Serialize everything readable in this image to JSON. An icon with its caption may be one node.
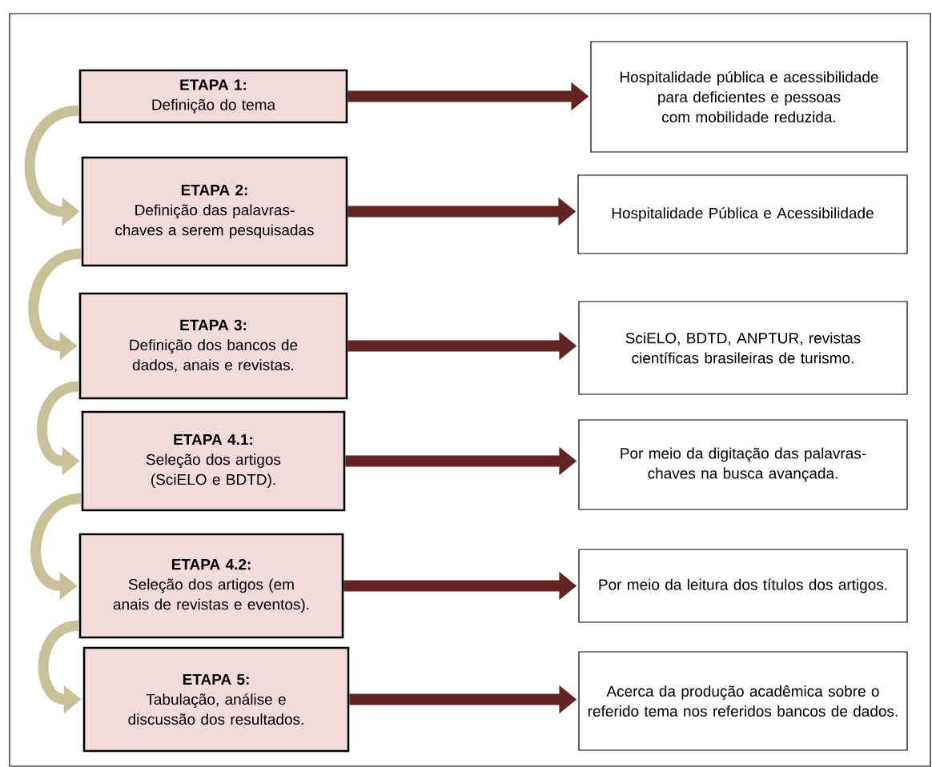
{
  "diagram": {
    "nodes": [
      {
        "text": [
          "ETAPA 1:",
          "Definição do tema"
        ]
      },
      {
        "text": [
          "ETAPA 2:",
          "Definição das palavras-chaves a serem pesquisadas"
        ]
      },
      {
        "text": [
          "ETAPA 3:",
          "Definição dos bancos de dados, anais e revistas."
        ]
      },
      {
        "text": [
          "ETAPA 4.1:",
          "Seleção dos artigos (SciELO e BDTD)."
        ]
      },
      {
        "text": [
          "ETAPA 4.2:",
          "Seleção dos artigos (em anais de revistas e eventos)."
        ]
      },
      {
        "text": [
          "ETAPA 5:",
          "Tabulação, análise e discussão dos resultados."
        ]
      },
      {
        "text": [
          "Hospitalidade pública e acessibilidade para deficientes e pessoas com mobilidade reduzida."
        ]
      },
      {
        "text": [
          "Hospitalidade Pública e Acessibilidade"
        ]
      },
      {
        "text": [
          "SciELO, BDTD, ANPTUR, revistas científicas brasileiras de turismo."
        ]
      },
      {
        "text": [
          "Por meio da digitação das palavras-chaves na busca avançada."
        ]
      },
      {
        "text": [
          "Por meio da leitura dos títulos dos artigos."
        ]
      },
      {
        "text": [
          "Acerca da produção acadêmica sobre o referido tema nos referidos bancos de dados."
        ]
      }
    ],
    "edges": [
      {
        "from": 0,
        "to": 1,
        "arrow": "to",
        "color": "#c8c096"
      },
      {
        "from": 1,
        "to": 2,
        "arrow": "to",
        "color": "#c8c096"
      },
      {
        "from": 2,
        "to": 3,
        "arrow": "to",
        "color": "#c8c096"
      },
      {
        "from": 3,
        "to": 4,
        "arrow": "to",
        "color": "#c8c096"
      },
      {
        "from": 4,
        "to": 5,
        "arrow": "to",
        "color": "#c8c096"
      },
      {
        "from": 0,
        "to": 6,
        "arrow": "to"
      },
      {
        "from": 1,
        "to": 7,
        "arrow": "to"
      },
      {
        "from": 2,
        "to": 8,
        "arrow": "to"
      },
      {
        "from": 3,
        "to": 9,
        "arrow": "to"
      },
      {
        "from": 4,
        "to": 10,
        "arrow": "to"
      },
      {
        "from": 5,
        "to": 11,
        "arrow": "to"
      }
    ]
  }
}
